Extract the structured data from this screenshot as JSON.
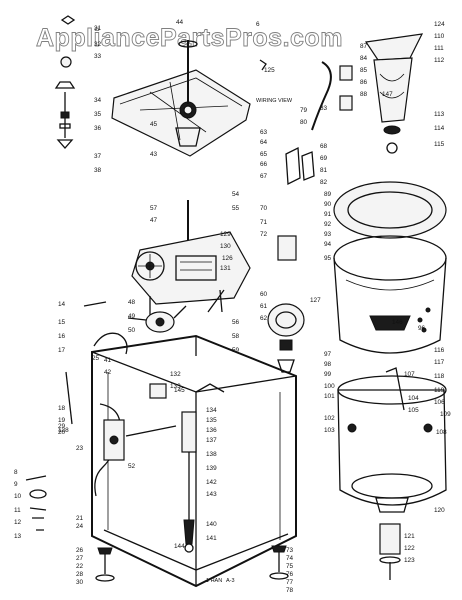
{
  "watermark": "AppliancePartsPros.com",
  "notes": {
    "wiring_view": "WIRING VIEW",
    "page_ref": "A-3",
    "diagram_code": "1 HAN"
  },
  "labels": [
    {
      "id": "p44",
      "text": "44"
    },
    {
      "id": "p6",
      "text": "6"
    },
    {
      "id": "p33",
      "text": "33"
    },
    {
      "id": "p32",
      "text": "32"
    },
    {
      "id": "p31",
      "text": "31"
    },
    {
      "id": "p34",
      "text": "34"
    },
    {
      "id": "p35",
      "text": "35"
    },
    {
      "id": "p36",
      "text": "36"
    },
    {
      "id": "p37",
      "text": "37"
    },
    {
      "id": "p38",
      "text": "38"
    },
    {
      "id": "p45",
      "text": "45"
    },
    {
      "id": "p43",
      "text": "43"
    },
    {
      "id": "p57",
      "text": "57"
    },
    {
      "id": "p47",
      "text": "47"
    },
    {
      "id": "p14",
      "text": "14"
    },
    {
      "id": "p15",
      "text": "15"
    },
    {
      "id": "p16",
      "text": "16"
    },
    {
      "id": "p17",
      "text": "17"
    },
    {
      "id": "p18",
      "text": "18"
    },
    {
      "id": "p19",
      "text": "19"
    },
    {
      "id": "p20",
      "text": "20"
    },
    {
      "id": "p21",
      "text": "21"
    },
    {
      "id": "p22",
      "text": "22"
    },
    {
      "id": "p23",
      "text": "23"
    },
    {
      "id": "p24",
      "text": "24"
    },
    {
      "id": "p25",
      "text": "25"
    },
    {
      "id": "p26",
      "text": "26"
    },
    {
      "id": "p27",
      "text": "27"
    },
    {
      "id": "p28",
      "text": "28"
    },
    {
      "id": "p29",
      "text": "29"
    },
    {
      "id": "p30",
      "text": "30"
    },
    {
      "id": "p41",
      "text": "41"
    },
    {
      "id": "p42",
      "text": "42"
    },
    {
      "id": "p48",
      "text": "48"
    },
    {
      "id": "p49",
      "text": "49"
    },
    {
      "id": "p50",
      "text": "50"
    },
    {
      "id": "p52",
      "text": "52"
    },
    {
      "id": "p8",
      "text": "8"
    },
    {
      "id": "p9",
      "text": "9"
    },
    {
      "id": "p10",
      "text": "10"
    },
    {
      "id": "p11",
      "text": "11"
    },
    {
      "id": "p12",
      "text": "12"
    },
    {
      "id": "p13",
      "text": "13"
    },
    {
      "id": "p54",
      "text": "54"
    },
    {
      "id": "p55",
      "text": "55"
    },
    {
      "id": "p56",
      "text": "56"
    },
    {
      "id": "p58",
      "text": "58"
    },
    {
      "id": "p59",
      "text": "59"
    },
    {
      "id": "p60",
      "text": "60"
    },
    {
      "id": "p61",
      "text": "61"
    },
    {
      "id": "p62",
      "text": "62"
    },
    {
      "id": "p63",
      "text": "63"
    },
    {
      "id": "p64",
      "text": "64"
    },
    {
      "id": "p65",
      "text": "65"
    },
    {
      "id": "p66",
      "text": "66"
    },
    {
      "id": "p67",
      "text": "67"
    },
    {
      "id": "p68",
      "text": "68"
    },
    {
      "id": "p69",
      "text": "69"
    },
    {
      "id": "p70",
      "text": "70"
    },
    {
      "id": "p71",
      "text": "71"
    },
    {
      "id": "p72",
      "text": "72"
    },
    {
      "id": "p73",
      "text": "73"
    },
    {
      "id": "p74",
      "text": "74"
    },
    {
      "id": "p75",
      "text": "75"
    },
    {
      "id": "p76",
      "text": "76"
    },
    {
      "id": "p77",
      "text": "77"
    },
    {
      "id": "p78",
      "text": "78"
    },
    {
      "id": "p79",
      "text": "79"
    },
    {
      "id": "p80",
      "text": "80"
    },
    {
      "id": "p81",
      "text": "81"
    },
    {
      "id": "p82",
      "text": "82"
    },
    {
      "id": "p83",
      "text": "83"
    },
    {
      "id": "p84",
      "text": "84"
    },
    {
      "id": "p85",
      "text": "85"
    },
    {
      "id": "p86",
      "text": "86"
    },
    {
      "id": "p87",
      "text": "87"
    },
    {
      "id": "p88",
      "text": "88"
    },
    {
      "id": "p89",
      "text": "89"
    },
    {
      "id": "p90",
      "text": "90"
    },
    {
      "id": "p91",
      "text": "91"
    },
    {
      "id": "p92",
      "text": "92"
    },
    {
      "id": "p93",
      "text": "93"
    },
    {
      "id": "p94",
      "text": "94"
    },
    {
      "id": "p95",
      "text": "95"
    },
    {
      "id": "p96",
      "text": "96"
    },
    {
      "id": "p97",
      "text": "97"
    },
    {
      "id": "p98",
      "text": "98"
    },
    {
      "id": "p99",
      "text": "99"
    },
    {
      "id": "p100",
      "text": "100"
    },
    {
      "id": "p101",
      "text": "101"
    },
    {
      "id": "p102",
      "text": "102"
    },
    {
      "id": "p103",
      "text": "103"
    },
    {
      "id": "p104",
      "text": "104"
    },
    {
      "id": "p105",
      "text": "105"
    },
    {
      "id": "p106",
      "text": "106"
    },
    {
      "id": "p107",
      "text": "107"
    },
    {
      "id": "p108",
      "text": "108"
    },
    {
      "id": "p109",
      "text": "109"
    },
    {
      "id": "p110",
      "text": "110"
    },
    {
      "id": "p111",
      "text": "111"
    },
    {
      "id": "p112",
      "text": "112"
    },
    {
      "id": "p113",
      "text": "113"
    },
    {
      "id": "p114",
      "text": "114"
    },
    {
      "id": "p115",
      "text": "115"
    },
    {
      "id": "p116",
      "text": "116"
    },
    {
      "id": "p117",
      "text": "117"
    },
    {
      "id": "p118",
      "text": "118"
    },
    {
      "id": "p119",
      "text": "119"
    },
    {
      "id": "p120",
      "text": "120"
    },
    {
      "id": "p121",
      "text": "121"
    },
    {
      "id": "p122",
      "text": "122"
    },
    {
      "id": "p123",
      "text": "123"
    },
    {
      "id": "p124",
      "text": "124"
    },
    {
      "id": "p125",
      "text": "125"
    },
    {
      "id": "p126",
      "text": "126"
    },
    {
      "id": "p127",
      "text": "127"
    },
    {
      "id": "p128",
      "text": "128"
    },
    {
      "id": "p129",
      "text": "129"
    },
    {
      "id": "p130",
      "text": "130"
    },
    {
      "id": "p131",
      "text": "131"
    },
    {
      "id": "p132",
      "text": "132"
    },
    {
      "id": "p133",
      "text": "133"
    },
    {
      "id": "p134",
      "text": "134"
    },
    {
      "id": "p135",
      "text": "135"
    },
    {
      "id": "p136",
      "text": "136"
    },
    {
      "id": "p137",
      "text": "137"
    },
    {
      "id": "p138",
      "text": "138"
    },
    {
      "id": "p139",
      "text": "139"
    },
    {
      "id": "p140",
      "text": "140"
    },
    {
      "id": "p141",
      "text": "141"
    },
    {
      "id": "p142",
      "text": "142"
    },
    {
      "id": "p143",
      "text": "143"
    },
    {
      "id": "p144",
      "text": "144"
    },
    {
      "id": "p145",
      "text": "145"
    },
    {
      "id": "p146",
      "text": "146"
    },
    {
      "id": "p147",
      "text": "147"
    }
  ]
}
